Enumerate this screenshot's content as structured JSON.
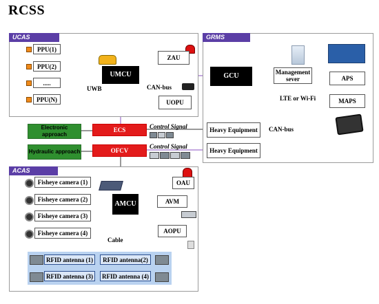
{
  "title": "RCSS",
  "panels": {
    "ucas": "UCAS",
    "grms": "GRMS",
    "acas": "ACAS"
  },
  "ucas": {
    "ppu": [
      "PPU(1)",
      "PPU(2)",
      ".....",
      "PPU(N)"
    ],
    "umcu": "UMCU",
    "zau": "ZAU",
    "uopu": "UOPU",
    "uwb": "UWB",
    "canbus": "CAN-bus"
  },
  "grms": {
    "gcu": "GCU",
    "management": "Management sever",
    "aps": "APS",
    "maps": "MAPS",
    "lte": "LTE or Wi-Fi",
    "canbus": "CAN-bus"
  },
  "middle": {
    "electronic": "Electronic approach",
    "hydraulic": "Hydraulic approach",
    "ecs": "ECS",
    "ofcv": "OFCV",
    "control_signal_1": "Control Signal",
    "control_signal_2": "Control Signal",
    "heavy_1": "Heavy Equipment",
    "heavy_2": "Heavy Equipment"
  },
  "acas": {
    "cameras": [
      "Fisheye camera (1)",
      "Fisheye camera (2)",
      "Fisheye camera (3)",
      "Fisheye camera (4)"
    ],
    "amcu": "AMCU",
    "oau": "OAU",
    "avm": "AVM",
    "aopu": "AOPU",
    "cable": "Cable",
    "rfid": [
      "RFID antenna (1)",
      "RFID antenna(2)",
      "RFID antenna (3)",
      "RFID antenna (4)"
    ]
  },
  "colors": {
    "panel_tab": "#5b3ea6",
    "lightning": "#ffd21a",
    "ecs_ofcv": "#e31b1b",
    "approach": "#2f8f2f",
    "rfid_area": "#b9d2f0",
    "link_green": "#2e9e55",
    "link_purple": "#8a4fc0"
  }
}
